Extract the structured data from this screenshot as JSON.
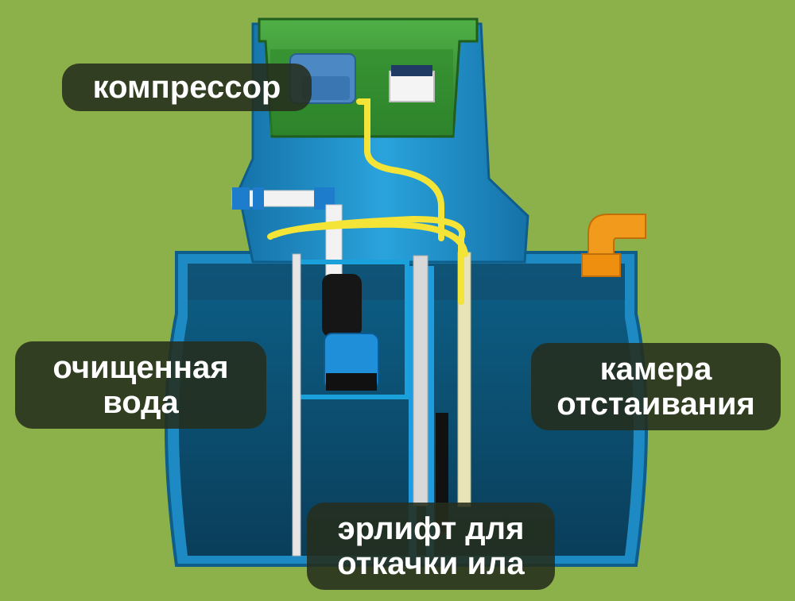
{
  "labels": {
    "compressor": "компрессор",
    "clean_water": {
      "line1": "очищенная",
      "line2": "вода"
    },
    "settling_chamber": {
      "line1": "камера",
      "line2": "отстаивания"
    },
    "airlift": {
      "line1": "эрлифт для",
      "line2": "откачки ила"
    }
  },
  "colors": {
    "background": "#8db14a",
    "tank_blue": "#1f8fc8",
    "tank_dark": "#0b4a6e",
    "lid_green": "#3f9a3a",
    "air_hose": "#f3e437",
    "outlet_pipe": "#f29a1c",
    "label_bg": "#262d1c",
    "label_text": "#ffffff"
  }
}
